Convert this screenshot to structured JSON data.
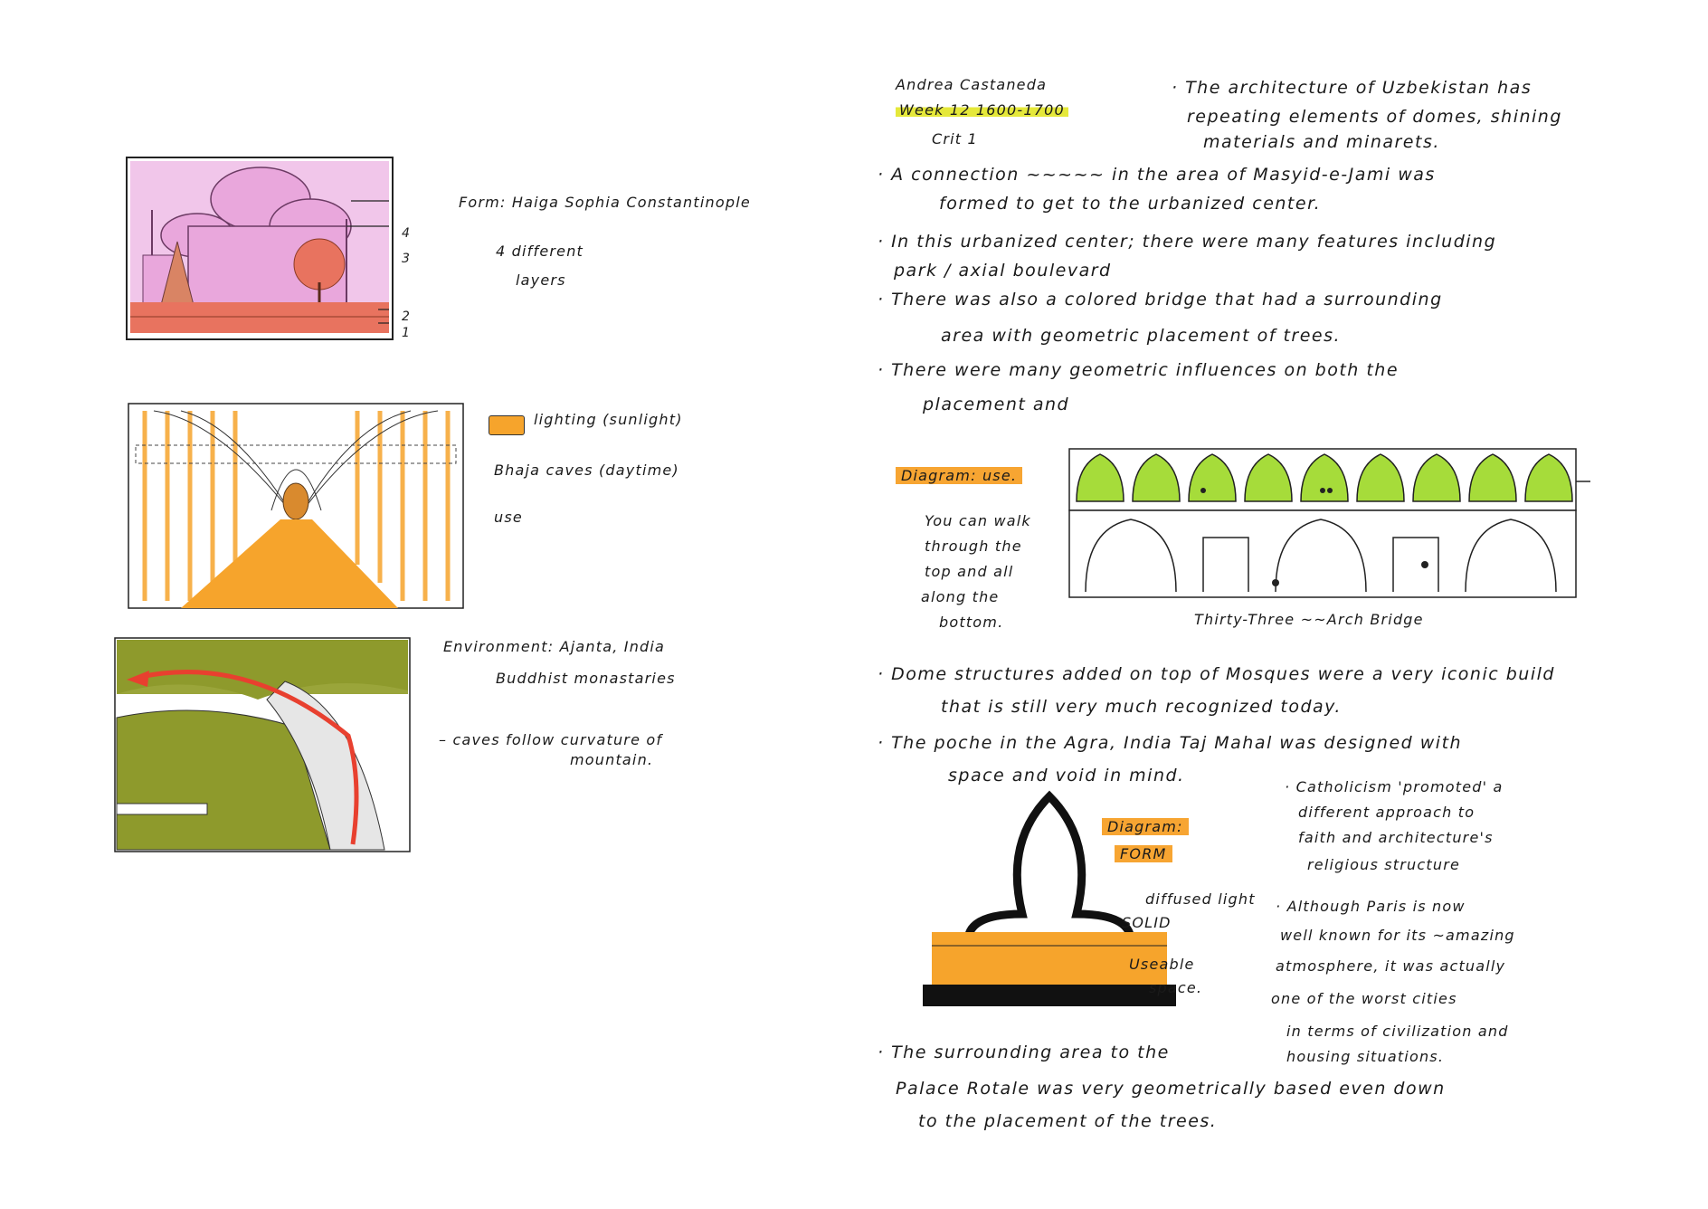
{
  "left_page": {
    "hagia": {
      "caption": "Form: Haiga Sophia  Constantinople",
      "sub1": "4 different",
      "sub2": "layers",
      "markers": [
        "4",
        "3",
        "2",
        "1"
      ]
    },
    "bhaja": {
      "legend": "lighting (sunlight)",
      "caption": "Bhaja caves (daytime)",
      "sub": "use"
    },
    "ajanta": {
      "caption1": "Environment: Ajanta, India",
      "caption2": "Buddhist monastaries",
      "note1": "– caves follow curvature of",
      "note2": "mountain."
    }
  },
  "right_page": {
    "header": {
      "name": "Andrea Castaneda",
      "week": "Week 12  1600-1700",
      "crit": "Crit 1"
    },
    "intro": [
      "· The architecture of Uzbekistan has",
      "repeating elements of domes, shining",
      "materials and minarets."
    ],
    "bullets_top": [
      "· A connection ~~~~~ in the area of Masyid-e-Jami was",
      "formed to get to the urbanized center.",
      "· In  this urbanized center; there were many  features including",
      "park / axial boulevard",
      "· There  was also  a colored  bridge  that had a surrounding",
      "area with geometric  placement  of trees.",
      "· There  were  many  geometric  influences on  both the",
      "placement and"
    ],
    "diagram_use": {
      "tag": "Diagram: use.",
      "desc": [
        "You can walk",
        "through the",
        "top and all",
        "along the",
        "bottom."
      ],
      "caption": "Thirty-Three ~~Arch Bridge"
    },
    "bullets_mid": [
      "· Dome structures added on top of Mosques were a very iconic build",
      "that is still very  much recognized today.",
      "· The poche in the Agra, India Taj Mahal was designed with",
      "space and void  in mind."
    ],
    "diagram_form": {
      "tag1": "Diagram:",
      "tag2": "FORM",
      "label_light": "diffused light",
      "label_solid": "SOLID",
      "label_space1": "Useable",
      "label_space2": "space."
    },
    "side_notes": [
      "· Catholicism 'promoted' a",
      "different approach to",
      "faith and architecture's",
      "religious structure",
      "· Although Paris is now",
      "well known for its ~amazing",
      "atmosphere, it was actually",
      "one of the worst cities",
      "in terms of civilization and",
      "housing situations."
    ],
    "bullets_bottom": [
      "· The surrounding area to the",
      "Palace Rotale was very geometrically  based even down",
      "to the placement of the trees."
    ]
  },
  "colors": {
    "pink": "#e9a7dc",
    "salmon": "#e8735f",
    "orange": "#f6a42c",
    "yellow": "#e5e83a",
    "lime": "#a6dc3a",
    "olive": "#8e9a2c",
    "red": "#e8402f"
  }
}
